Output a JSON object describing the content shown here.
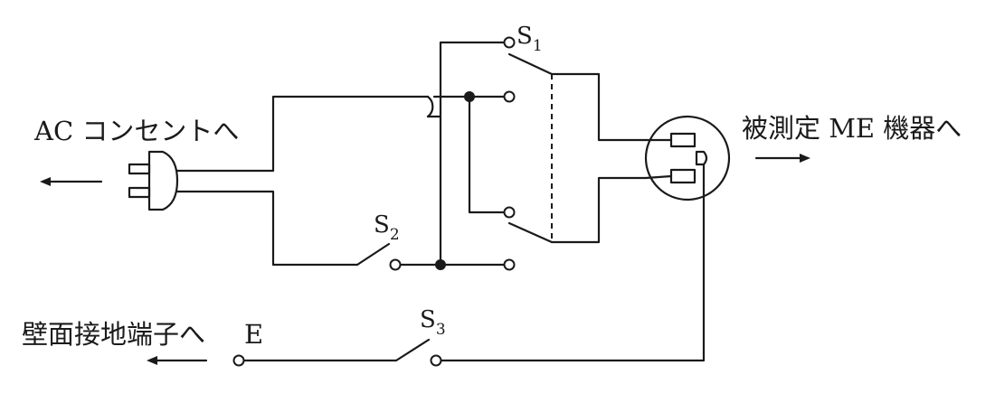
{
  "labels": {
    "ac_outlet": "AC コンセントへ",
    "device_under_test": "被測定 ME 機器へ",
    "wall_ground": "壁面接地端子へ",
    "earth": "E"
  },
  "switches": {
    "s1": {
      "letter": "S",
      "sub": "1"
    },
    "s2": {
      "letter": "S",
      "sub": "2"
    },
    "s3": {
      "letter": "S",
      "sub": "3"
    }
  },
  "icons": {
    "plug": "ac-plug-icon",
    "outlet": "outlet-receptacle-icon",
    "arrow_left": "arrow-left-icon",
    "arrow_right": "arrow-right-icon"
  }
}
